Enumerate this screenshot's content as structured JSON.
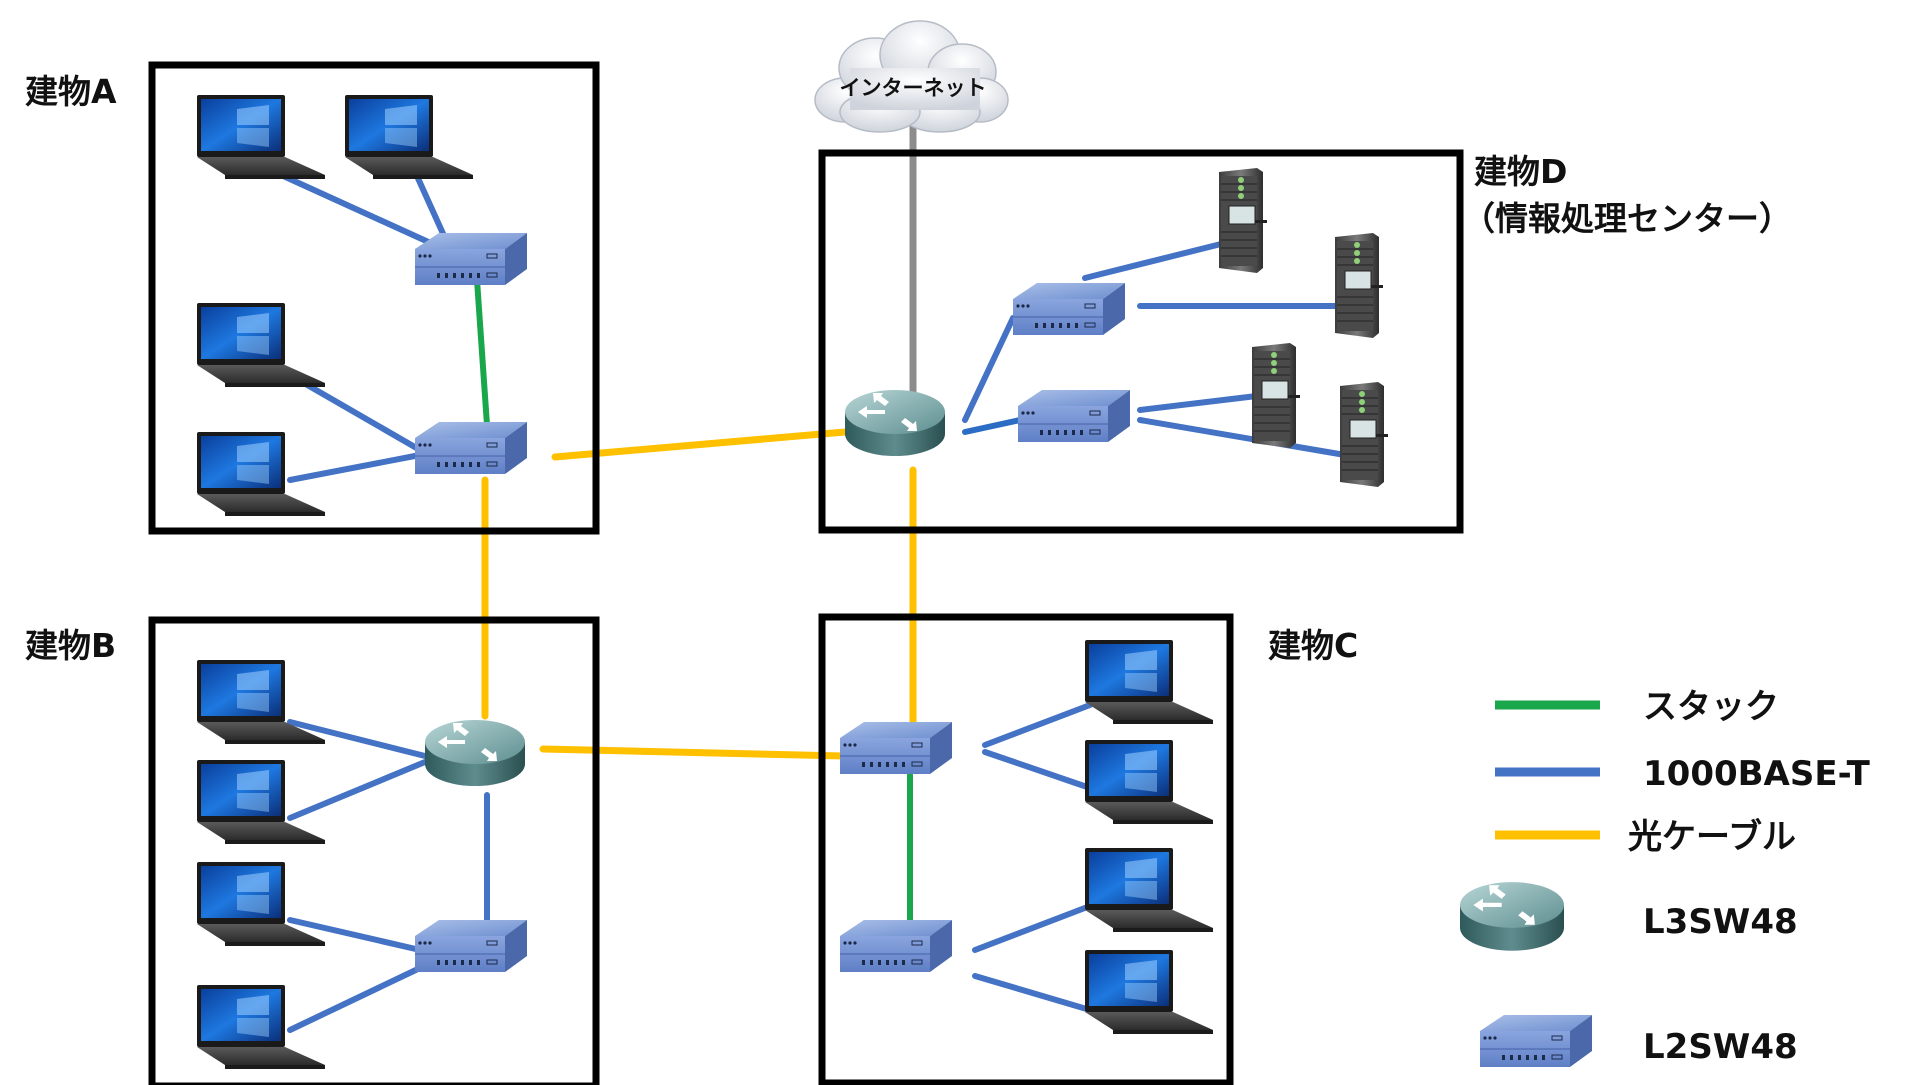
{
  "buildings": {
    "a": {
      "label": "建物A"
    },
    "b": {
      "label": "建物B"
    },
    "c": {
      "label": "建物C"
    },
    "d": {
      "label": "建物D",
      "sublabel": "（情報処理センター）"
    }
  },
  "internet": {
    "label": "インターネット"
  },
  "legend": {
    "stack": {
      "label": "スタック",
      "color": "#1aa64a"
    },
    "copper": {
      "label": "1000BASE-T",
      "color": "#4472c4"
    },
    "fiber": {
      "label": "光ケーブル",
      "color": "#ffc000"
    },
    "l3": {
      "label": "L3SW48",
      "icon": "l3-switch-icon"
    },
    "l2": {
      "label": "L2SW48",
      "icon": "l2-switch-icon"
    }
  },
  "colors": {
    "stack": "#1aa64a",
    "copper": "#4472c4",
    "fiber": "#ffc000",
    "uplink": "#8c8c8c",
    "frame": "#000000"
  }
}
